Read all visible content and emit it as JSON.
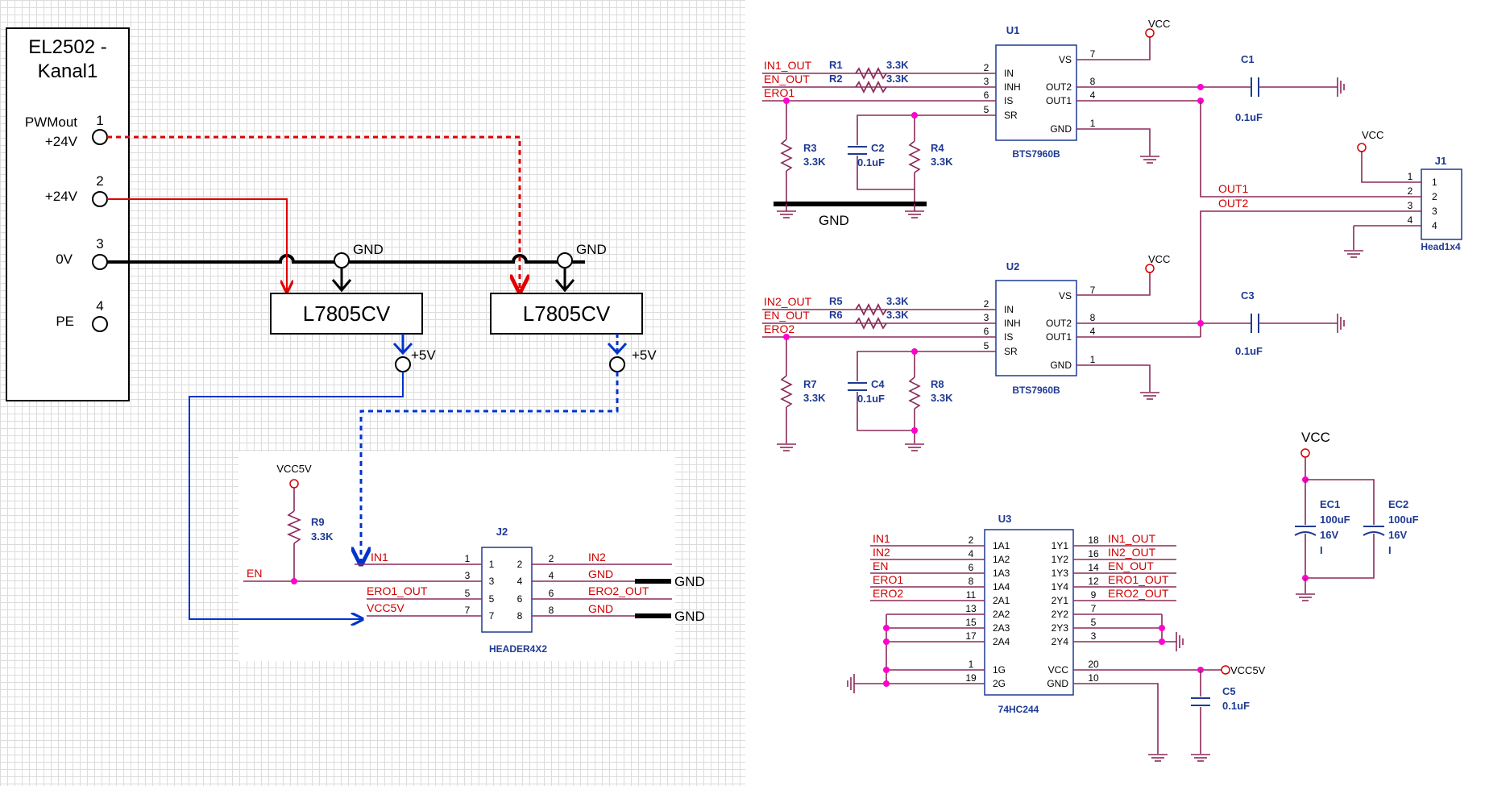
{
  "left": {
    "module": {
      "title1": "EL2502 -",
      "title2": "Kanal1"
    },
    "terminals": [
      {
        "num": "1",
        "label1": "PWMout",
        "label2": "+24V"
      },
      {
        "num": "2",
        "label1": "+24V",
        "label2": ""
      },
      {
        "num": "3",
        "label1": "0V",
        "label2": ""
      },
      {
        "num": "4",
        "label1": "PE",
        "label2": ""
      }
    ],
    "regulators": [
      "L7805CV",
      "L7805CV"
    ],
    "gnd": "GND",
    "plus5v": "+5V",
    "vcc5v": "VCC5V",
    "r9": {
      "ref": "R9",
      "value": "3.3K"
    },
    "en": "EN",
    "j2": {
      "ref": "J2",
      "name": "HEADER4X2",
      "pins_left": [
        "1",
        "3",
        "5",
        "7"
      ],
      "pins_right": [
        "2",
        "4",
        "6",
        "8"
      ],
      "nets_left": [
        "IN1",
        "",
        "ERO1_OUT",
        "VCC5V"
      ],
      "nets_right": [
        "IN2",
        "GND",
        "ERO2_OUT",
        "GND"
      ]
    },
    "gnd_bars": [
      "GND",
      "GND"
    ]
  },
  "right": {
    "vcc": "VCC",
    "gnd_label": "GND",
    "u1": {
      "ref": "U1",
      "part": "BTS7960B",
      "pins": [
        "IN",
        "INH",
        "IS",
        "SR",
        "VS",
        "OUT2",
        "OUT1",
        "GND"
      ],
      "nums": [
        "2",
        "3",
        "6",
        "5",
        "7",
        "8",
        "4",
        "1"
      ],
      "nets": [
        "IN1_OUT",
        "EN_OUT",
        "ERO1"
      ],
      "r_in": [
        {
          "ref": "R1",
          "value": "3.3K"
        },
        {
          "ref": "R2",
          "value": "3.3K"
        }
      ],
      "r3": {
        "ref": "R3",
        "value": "3.3K"
      },
      "c2": {
        "ref": "C2",
        "value": "0.1uF"
      },
      "r4": {
        "ref": "R4",
        "value": "3.3K"
      },
      "c1": {
        "ref": "C1",
        "value": "0.1uF"
      }
    },
    "u2": {
      "ref": "U2",
      "part": "BTS7960B",
      "pins": [
        "IN",
        "INH",
        "IS",
        "SR",
        "VS",
        "OUT2",
        "OUT1",
        "GND"
      ],
      "nums": [
        "2",
        "3",
        "6",
        "5",
        "7",
        "8",
        "4",
        "1"
      ],
      "nets": [
        "IN2_OUT",
        "EN_OUT",
        "ERO2"
      ],
      "r_in": [
        {
          "ref": "R5",
          "value": "3.3K"
        },
        {
          "ref": "R6",
          "value": "3.3K"
        }
      ],
      "r7": {
        "ref": "R7",
        "value": "3.3K"
      },
      "c4": {
        "ref": "C4",
        "value": "0.1uF"
      },
      "r8": {
        "ref": "R8",
        "value": "3.3K"
      },
      "c3": {
        "ref": "C3",
        "value": "0.1uF"
      }
    },
    "j1": {
      "ref": "J1",
      "name": "Head1x4",
      "pins": [
        "1",
        "2",
        "3",
        "4"
      ],
      "nets": [
        "OUT1",
        "OUT2"
      ]
    },
    "ec1": {
      "ref": "EC1",
      "value": "100uF",
      "voltage": "16V",
      "mark": "I"
    },
    "ec2": {
      "ref": "EC2",
      "value": "100uF",
      "voltage": "16V",
      "mark": "I"
    },
    "u3": {
      "ref": "U3",
      "part": "74HC244",
      "left_pins": [
        "1A1",
        "1A2",
        "1A3",
        "1A4",
        "2A1",
        "2A2",
        "2A3",
        "2A4",
        "1G",
        "2G"
      ],
      "left_nums": [
        "2",
        "4",
        "6",
        "8",
        "11",
        "13",
        "15",
        "17",
        "1",
        "19"
      ],
      "right_pins": [
        "1Y1",
        "1Y2",
        "1Y3",
        "1Y4",
        "2Y1",
        "2Y2",
        "2Y3",
        "2Y4",
        "VCC",
        "GND"
      ],
      "right_nums": [
        "18",
        "16",
        "14",
        "12",
        "9",
        "7",
        "5",
        "3",
        "20",
        "10"
      ],
      "left_nets": [
        "IN1",
        "IN2",
        "EN",
        "ERO1",
        "ERO2"
      ],
      "right_nets": [
        "IN1_OUT",
        "IN2_OUT",
        "EN_OUT",
        "ERO1_OUT",
        "ERO2_OUT"
      ],
      "vcc_net": "VCC5V"
    },
    "c5": {
      "ref": "C5",
      "value": "0.1uF"
    }
  }
}
